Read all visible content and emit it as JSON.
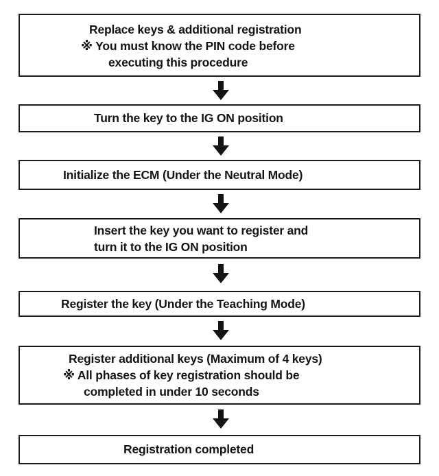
{
  "diagram": {
    "type": "flowchart",
    "note_marker": "※",
    "colors": {
      "ink": "#141414",
      "paper": "#ffffff"
    },
    "steps": [
      {
        "lines": [
          "Replace keys & additional registration",
          "※ You must know the PIN code before",
          "executing this procedure"
        ]
      },
      {
        "lines": [
          "Turn the key to the IG ON position"
        ]
      },
      {
        "lines": [
          "Initialize the ECM (Under the Neutral Mode)"
        ]
      },
      {
        "lines": [
          "Insert the key you want to register and",
          "turn it to the IG ON position"
        ]
      },
      {
        "lines": [
          "Register the key (Under the Teaching Mode)"
        ]
      },
      {
        "lines": [
          "Register additional keys (Maximum of 4 keys)",
          "※ All phases of key registration should be",
          "completed in under 10 seconds"
        ]
      },
      {
        "lines": [
          "Registration completed"
        ]
      }
    ]
  }
}
